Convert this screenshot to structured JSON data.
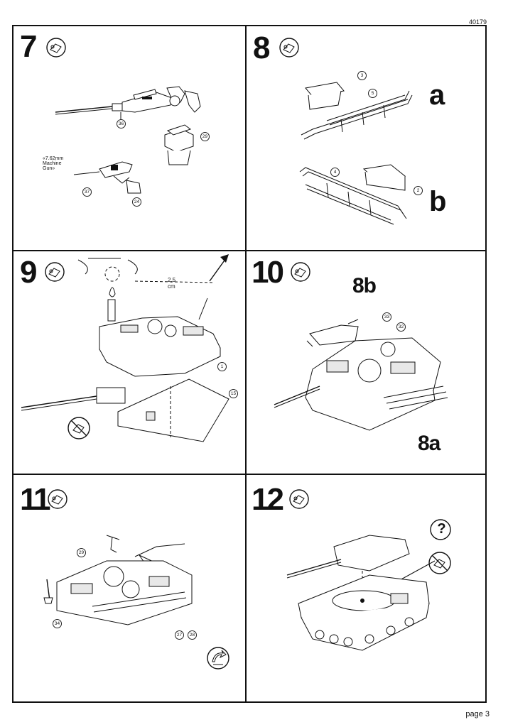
{
  "header": {
    "code": "40179"
  },
  "footer": {
    "page": "page 3"
  },
  "steps": [
    {
      "number": "7",
      "callouts": [
        "36",
        "29",
        "37",
        "24"
      ],
      "note": "«7.62mm Machine Gun»"
    },
    {
      "number": "8",
      "callouts": [
        "3",
        "5",
        "4",
        "2"
      ],
      "sub_a": "a",
      "sub_b": "b"
    },
    {
      "number": "9",
      "callouts": [
        "1",
        "15"
      ],
      "measure": "2,5 cm"
    },
    {
      "number": "10",
      "callouts": [
        "33",
        "32"
      ],
      "label_top": "8b",
      "label_bottom": "8a"
    },
    {
      "number": "11",
      "callouts": [
        "29",
        "34",
        "27",
        "28"
      ]
    },
    {
      "number": "12",
      "question": "?"
    }
  ]
}
